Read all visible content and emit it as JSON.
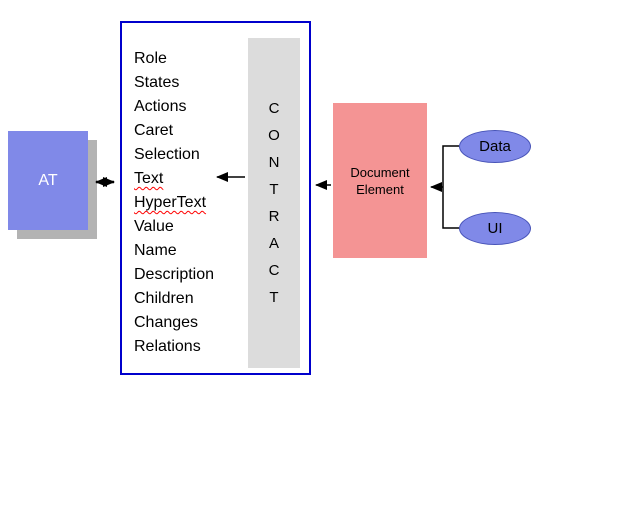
{
  "at_box": {
    "label": "AT"
  },
  "contract_box": {
    "items": [
      "Role",
      "States",
      "Actions",
      "Caret",
      "Selection",
      "Text",
      "HyperText",
      "Value",
      "Name",
      "Description",
      "Children",
      "Changes",
      "Relations"
    ],
    "strip_label": "CONTRACT"
  },
  "document_element_box": {
    "label": "Document Element"
  },
  "data_ellipse": {
    "label": "Data"
  },
  "ui_ellipse": {
    "label": "UI"
  },
  "colors": {
    "node_blue": "#8089e8",
    "box_border_blue": "#0000cc",
    "strip_gray": "#dcdcdc",
    "pink": "#f49494",
    "shadow_gray": "#b3b3b3",
    "arrow_black": "#000000"
  }
}
